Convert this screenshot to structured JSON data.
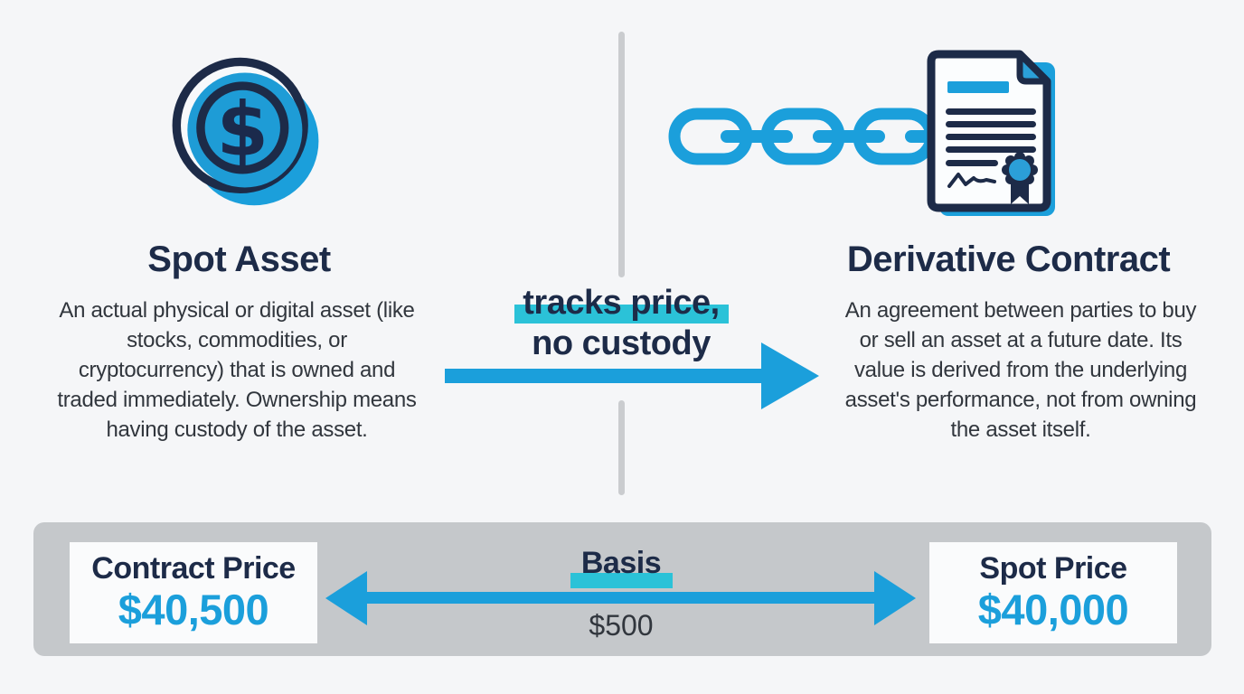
{
  "colors": {
    "background": "#F5F6F8",
    "navy": "#1D2B48",
    "body_text": "#31363D",
    "blue": "#1B9FDB",
    "cyan_highlight": "#2BC2D8",
    "divider_gray": "#CACCCF",
    "bar_gray": "#C5C8CB",
    "box_white": "#FAFBFC"
  },
  "spot": {
    "icon": "dollar-coin-icon",
    "title": "Spot Asset",
    "description": "An actual physical or digital asset (like stocks, commodities, or cryptocurrency) that is owned and traded immediately. Ownership means having custody of the asset."
  },
  "derivative": {
    "icon": "chain-contract-icon",
    "title": "Derivative Contract",
    "description": "An agreement between parties to buy or sell an asset at a future date. Its value is derived from the underlying asset's performance, not from owning the asset itself."
  },
  "relationship": {
    "line1": "tracks price,",
    "line2": "no custody"
  },
  "comparison_bar": {
    "contract_price": {
      "label": "Contract Price",
      "value": "$40,500"
    },
    "basis": {
      "label": "Basis",
      "value": "$500"
    },
    "spot_price": {
      "label": "Spot Price",
      "value": "$40,000"
    }
  }
}
